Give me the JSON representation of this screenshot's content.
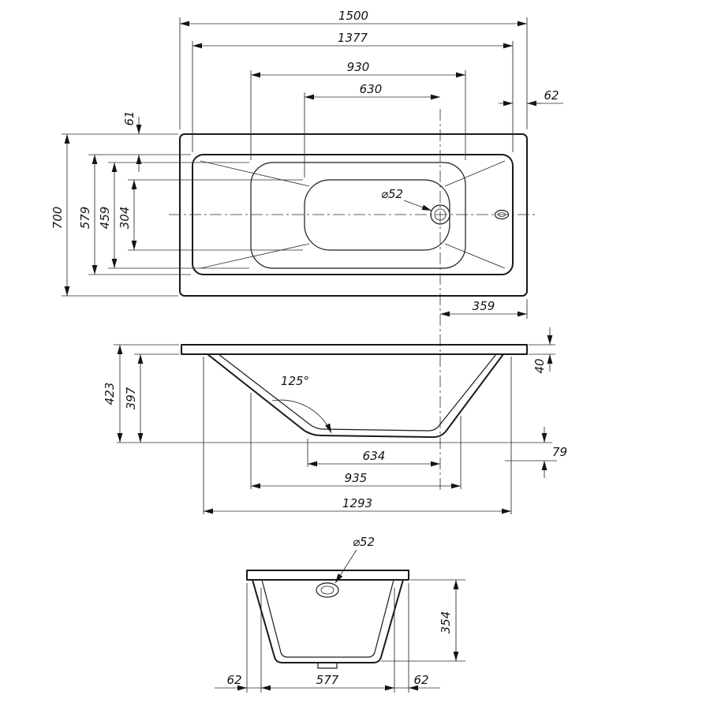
{
  "colors": {
    "background": "#ffffff",
    "ink": "#1a1a1a"
  },
  "drawing": {
    "top_view": {
      "overall_length": "1500",
      "rim_length": "1377",
      "mid_length": "930",
      "floor_length": "630",
      "right_gap": "62",
      "top_gap": "61",
      "overall_width": "700",
      "rim_width": "579",
      "mid_width": "459",
      "floor_width": "304",
      "drain_diameter": "⌀52",
      "drain_to_right_end": "359"
    },
    "side_view": {
      "total_height": "423",
      "inner_depth": "397",
      "wall_angle": "125°",
      "rim_height": "40",
      "bottom_clearance": "79",
      "floor_length_to_drain": "634",
      "bottom_length": "935",
      "shell_length": "1293"
    },
    "end_view": {
      "drain_diameter": "⌀52",
      "depth": "354",
      "left_gap": "62",
      "bottom_width": "577",
      "right_gap": "62"
    }
  }
}
